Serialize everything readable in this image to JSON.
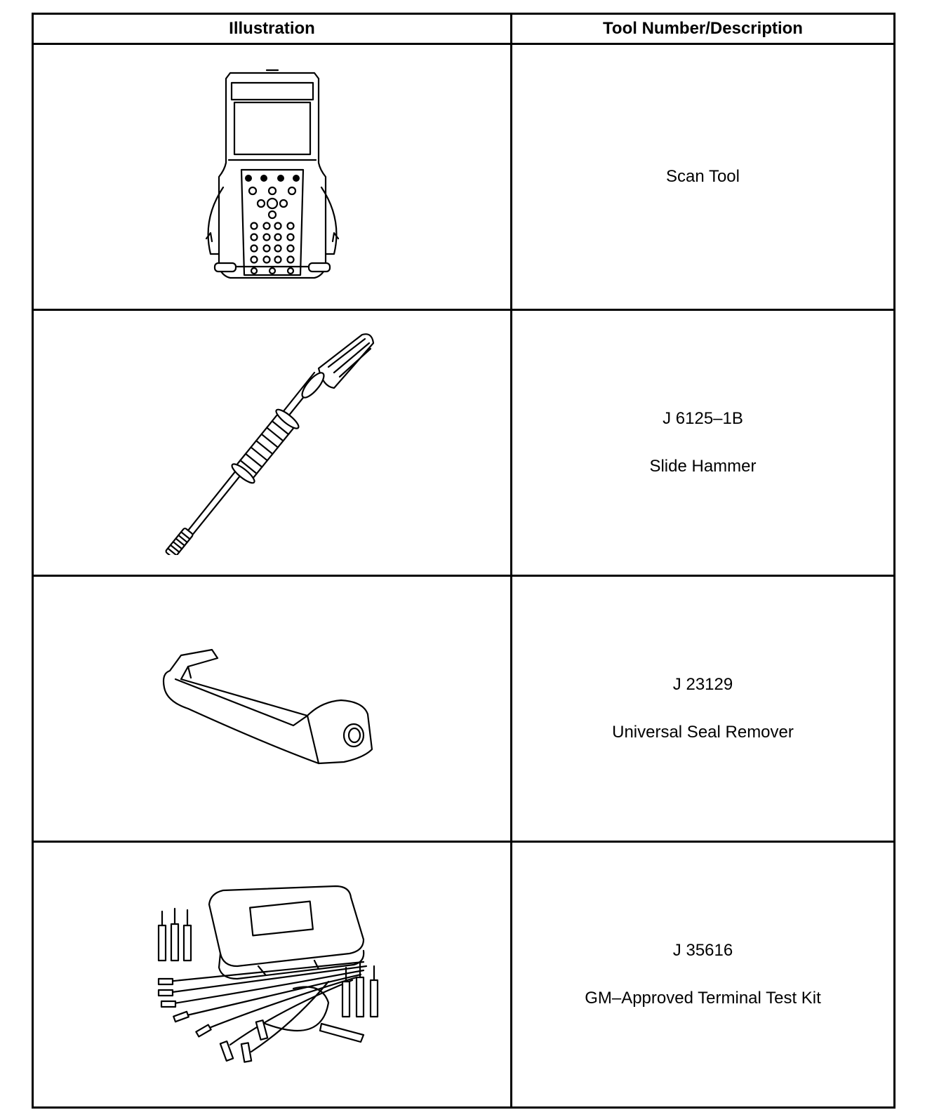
{
  "table": {
    "headers": {
      "illustration": "Illustration",
      "tool": "Tool Number/Description"
    },
    "rows": [
      {
        "icon": "scan-tool-illustration",
        "number": "",
        "description": "Scan Tool"
      },
      {
        "icon": "slide-hammer-illustration",
        "number": "J 6125–1B",
        "description": "Slide Hammer"
      },
      {
        "icon": "seal-remover-illustration",
        "number": "J 23129",
        "description": "Universal Seal Remover"
      },
      {
        "icon": "terminal-test-kit-illustration",
        "number": "J 35616",
        "description": "GM–Approved Terminal Test Kit"
      }
    ]
  }
}
